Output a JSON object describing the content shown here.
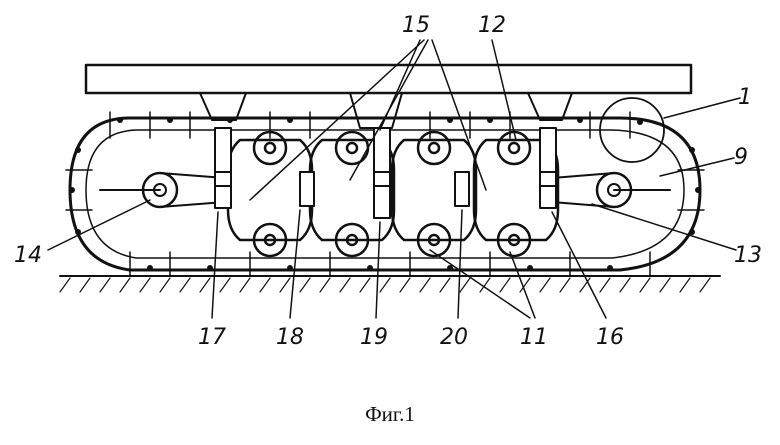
{
  "figure": {
    "caption": "Фиг.1",
    "labels": {
      "n1": "1",
      "n9": "9",
      "n11": "11",
      "n12": "12",
      "n13": "13",
      "n14": "14",
      "n15": "15",
      "n16": "16",
      "n17": "17",
      "n18": "18",
      "n19": "19",
      "n20": "20"
    }
  },
  "colors": {
    "ink": "#111111",
    "paper": "#ffffff"
  }
}
